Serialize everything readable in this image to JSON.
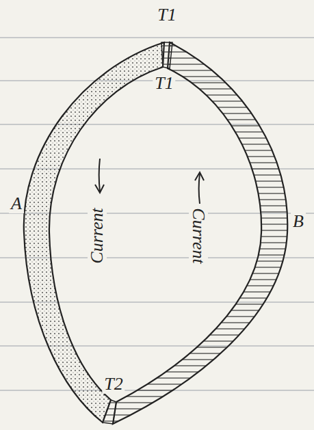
{
  "diagram": {
    "labels": [
      "T1",
      "T1",
      "T2",
      "A",
      "B",
      "Current",
      "Current"
    ]
  }
}
